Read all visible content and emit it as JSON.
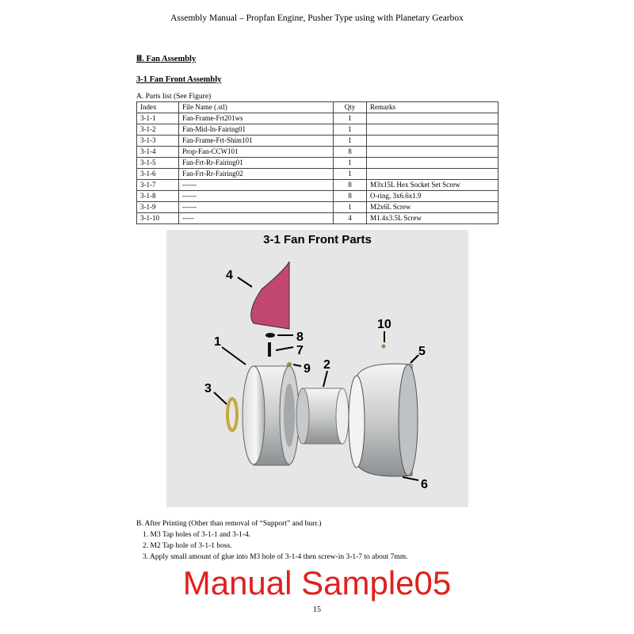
{
  "header": "Assembly Manual – Propfan Engine, Pusher Type using with Planetary Gearbox",
  "section_title": "Ⅲ. Fan Assembly",
  "subsection_title": "3-1 Fan Front Assembly",
  "parts_caption": "A. Parts list (See Figure)",
  "table": {
    "headers": [
      "Index",
      "File Name (.stl)",
      "Qty",
      "Remarks"
    ],
    "rows": [
      [
        "3-1-1",
        "Fan-Frame-Frt201ws",
        "1",
        ""
      ],
      [
        "3-1-2",
        "Fan-Mid-In-Fairing01",
        "1",
        ""
      ],
      [
        "3-1-3",
        "Fan-Frame-Frt-Shim101",
        "1",
        ""
      ],
      [
        "3-1-4",
        "Prop-Fan-CCW101",
        "8",
        ""
      ],
      [
        "3-1-5",
        "Fan-Frt-Rr-Fairing01",
        "1",
        ""
      ],
      [
        "3-1-6",
        "Fan-Frt-Rr-Fairing02",
        "1",
        ""
      ],
      [
        "3-1-7",
        "------",
        "8",
        "M3x15L Hex Socket Set Screw"
      ],
      [
        "3-1-8",
        "------",
        "8",
        "O-ring, 3x6.6x1.9"
      ],
      [
        "3-1-9",
        "------",
        "1",
        "M2x6L Screw"
      ],
      [
        "3-1-10",
        "-----",
        "4",
        "M1.4x3.5L Screw"
      ]
    ]
  },
  "figure": {
    "title": "3-1 Fan Front Parts",
    "labels": [
      "1",
      "2",
      "3",
      "4",
      "5",
      "6",
      "7",
      "8",
      "9",
      "10"
    ]
  },
  "notes": {
    "title": "B. After Printing (Other than removal of “Support” and burr.)",
    "items": [
      "1. M3 Tap holes of 3-1-1 and 3-1-4.",
      "2. M2 Tap hole of 3-1-1 boss.",
      "3. Apply small amount of glue into M3 hole of 3-1-4 then screw-in 3-1-7 to about 7mm."
    ]
  },
  "watermark": "Manual Sample05",
  "page_number": "15"
}
